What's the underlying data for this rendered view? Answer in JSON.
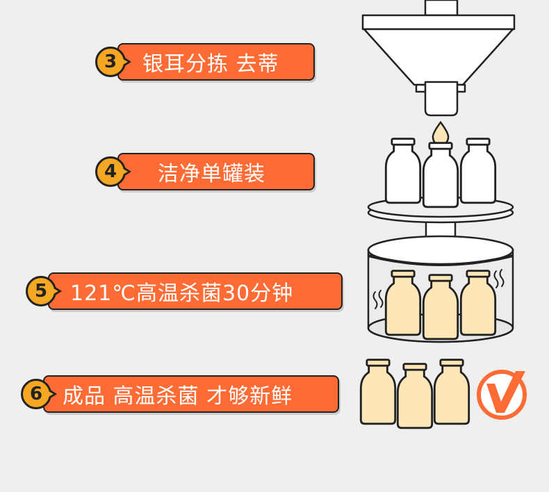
{
  "steps": [
    {
      "number": "3",
      "label": "银耳分拣 去蒂"
    },
    {
      "number": "4",
      "label": "洁净单罐装"
    },
    {
      "number": "5",
      "label": "121℃高温杀菌30分钟"
    },
    {
      "number": "6",
      "label": "成品 高温杀菌 才够新鲜"
    }
  ],
  "colors": {
    "pill": "#ff6b35",
    "badge": "#f5a623",
    "outline": "#222222",
    "milk": "#fde7b8",
    "bottle_empty": "#ffffff",
    "check": "#ff6b35"
  },
  "icons": [
    "hopper-icon",
    "drop-icon",
    "bottle-icon",
    "turntable-icon",
    "sterilizer-icon",
    "steam-icon",
    "check-icon"
  ]
}
